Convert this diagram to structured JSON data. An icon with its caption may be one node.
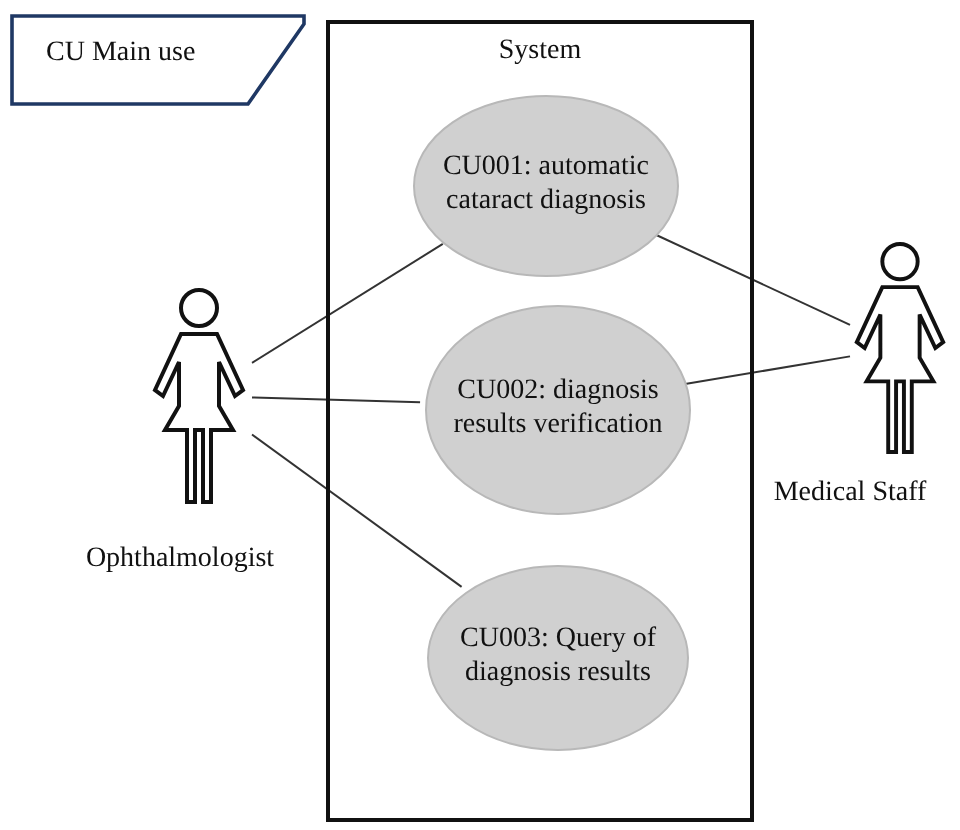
{
  "diagram": {
    "nodes": [
      {
        "text": [
          "CU Main use"
        ]
      },
      {
        "text": [
          "System"
        ]
      },
      {
        "text": [
          "CU001: automatic cataract diagnosis"
        ],
        "in": 1
      },
      {
        "text": [
          "CU002: diagnosis results verification"
        ],
        "in": 1
      },
      {
        "text": [
          "CU003: Query of diagnosis results"
        ],
        "in": 1
      },
      {
        "text": [
          "Ophthalmologist"
        ]
      },
      {
        "text": [
          "Medical Staff"
        ]
      }
    ],
    "edges": [
      {
        "from": 5,
        "to": 2,
        "arrow": "none"
      },
      {
        "from": 5,
        "to": 3,
        "arrow": "none"
      },
      {
        "from": 5,
        "to": 4,
        "arrow": "none"
      },
      {
        "from": 6,
        "to": 2,
        "arrow": "none"
      },
      {
        "from": 6,
        "to": 3,
        "arrow": "none"
      }
    ]
  }
}
